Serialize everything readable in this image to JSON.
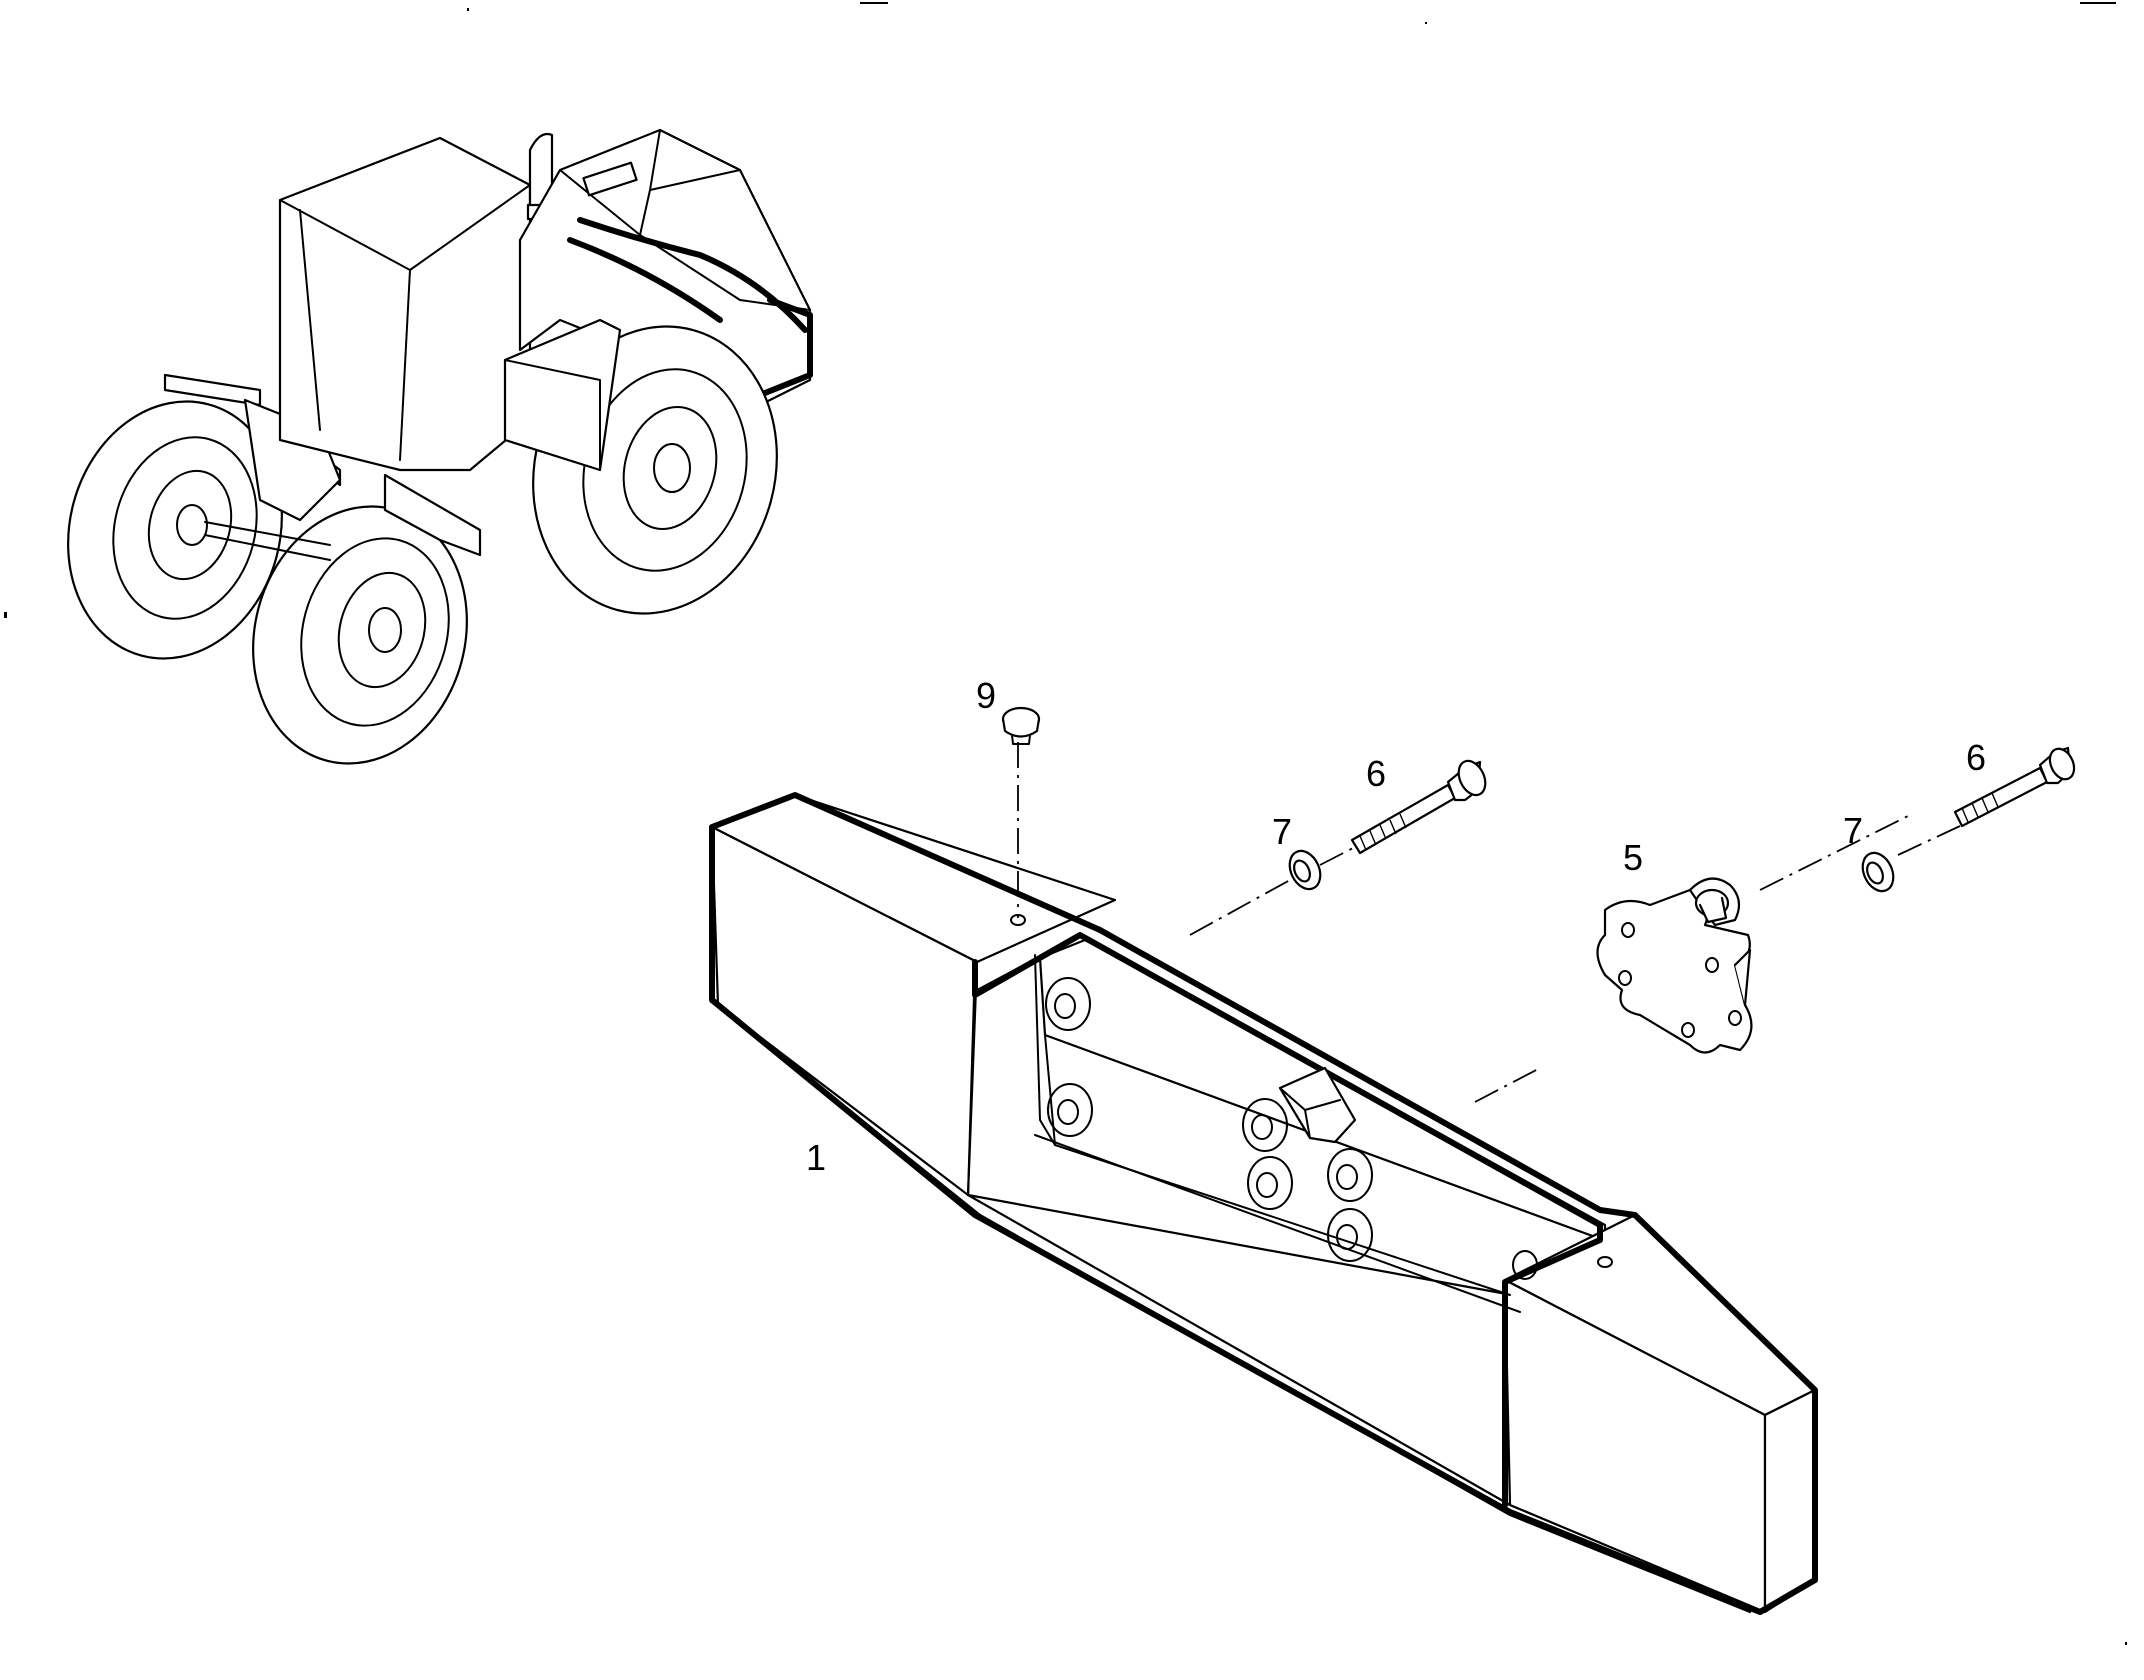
{
  "callouts": {
    "c1": "1",
    "c5": "5",
    "c6a": "6",
    "c6b": "6",
    "c7a": "7",
    "c7b": "7",
    "c9": "9"
  },
  "colors": {
    "line": "#000000",
    "paper": "#ffffff"
  }
}
